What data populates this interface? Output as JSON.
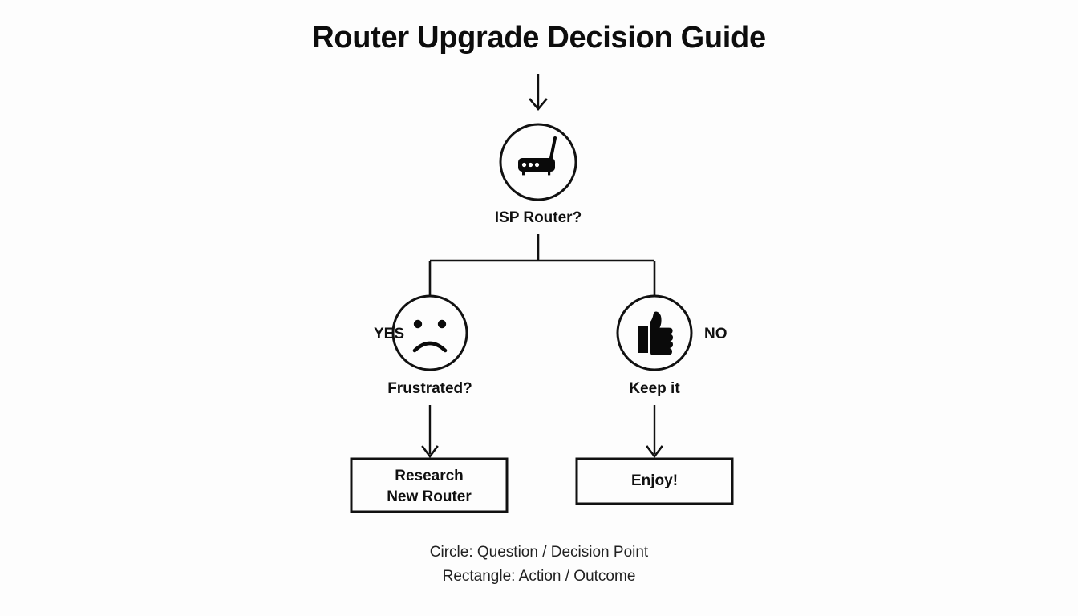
{
  "page": {
    "title": "Router Upgrade Decision Guide",
    "background_color": "#fdfdfd",
    "stroke_color": "#111111",
    "text_color": "#101010"
  },
  "diagram": {
    "type": "flowchart",
    "root_label": "ISP Router?",
    "root_icon": "router-icon",
    "branches": [
      {
        "edge_label": "YES",
        "node_label": "Frustrated?",
        "node_icon": "sad-face-icon",
        "outcome_lines": [
          "Research",
          "New Router"
        ]
      },
      {
        "edge_label": "NO",
        "node_label": "Keep it",
        "node_icon": "thumbs-up-icon",
        "outcome_lines": [
          "Enjoy!"
        ]
      }
    ]
  },
  "legend": {
    "lines": [
      "Circle: Question / Decision Point",
      "Rectangle: Action / Outcome"
    ]
  }
}
